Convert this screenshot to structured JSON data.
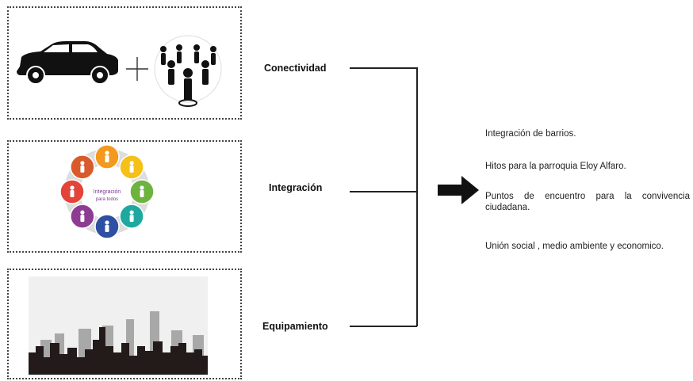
{
  "labels": {
    "conectividad": "Conectividad",
    "integracion": "Integración",
    "equipamiento": "Equipamiento"
  },
  "outcomes": [
    "Integración  de barrios.",
    "Hitos para la parroquia Eloy Alfaro.",
    "Puntos de encuentro para la convivencia ciudadana.",
    "Unión social , medio ambiente y economico."
  ],
  "circle_center_text": [
    "Integración",
    "para todos"
  ],
  "colors": {
    "circle_segments": [
      "#f39a1e",
      "#f5c018",
      "#6db33f",
      "#1fa8a0",
      "#2f4fa2",
      "#8e3c93",
      "#e2443a",
      "#d95a2b"
    ],
    "skyline_back": "#a8a8a8",
    "skyline_front": "#231a1a"
  },
  "icons": [
    "car-icon",
    "plus-icon",
    "people-group-icon",
    "integration-circle-icon",
    "city-skyline-icon",
    "arrow-right-icon"
  ]
}
